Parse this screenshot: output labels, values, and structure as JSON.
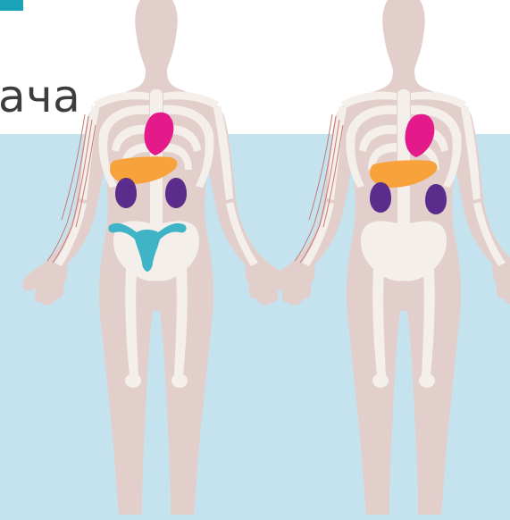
{
  "heading": {
    "text": "ача"
  },
  "colors": {
    "background_band": "#c5e3ef",
    "accent": "#1aa3b8",
    "body": "#e2cfcb",
    "skeleton": "#f5efec",
    "skeleton_line": "#ffffff",
    "heart": "#e4198a",
    "liver": "#f7a23a",
    "kidney": "#5a2d8c",
    "uterus": "#3fb4c6",
    "muscle_line": "#c97a76"
  },
  "figures": [
    {
      "id": "female",
      "organs": [
        "heart-icon",
        "liver-icon",
        "kidney-left-icon",
        "kidney-right-icon",
        "uterus-icon"
      ]
    },
    {
      "id": "male",
      "organs": [
        "heart-icon",
        "liver-icon",
        "kidney-left-icon",
        "kidney-right-icon"
      ]
    }
  ]
}
